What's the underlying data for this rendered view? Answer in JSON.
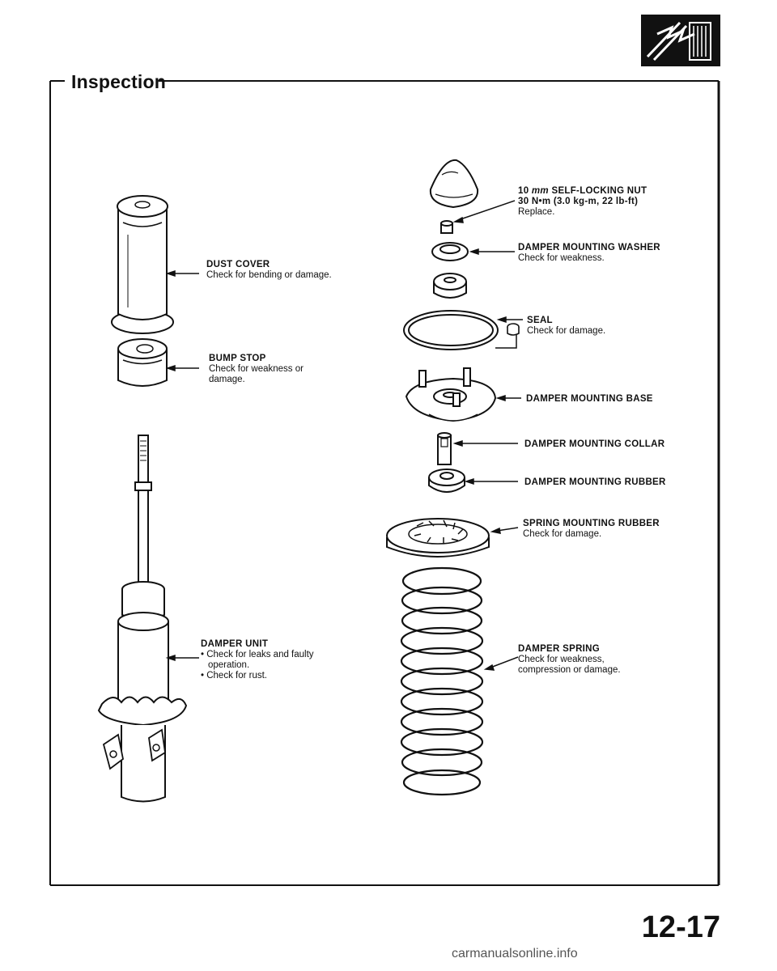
{
  "section": {
    "title": "Inspection",
    "page_number": "12-17"
  },
  "parts": {
    "dust_cover": {
      "name": "DUST COVER",
      "lines": [
        "Check for bending or damage."
      ]
    },
    "bump_stop": {
      "name": "BUMP STOP",
      "lines": [
        "Check for weakness or",
        "damage."
      ]
    },
    "damper_unit": {
      "name": "DAMPER UNIT",
      "lines": [
        "• Check for leaks and faulty",
        "operation.",
        "• Check for rust."
      ]
    },
    "self_locking_nut": {
      "name_prefix": "10",
      "name_unit": "mm",
      "name_rest": "SELF-LOCKING NUT",
      "torque": "30 N•m (3.0 kg-m, 22 lb-ft)",
      "lines": [
        "Replace."
      ]
    },
    "mounting_washer": {
      "name": "DAMPER MOUNTING WASHER",
      "lines": [
        "Check for weakness."
      ]
    },
    "seal": {
      "name": "SEAL",
      "lines": [
        "Check for damage."
      ]
    },
    "mounting_base": {
      "name": "DAMPER MOUNTING BASE"
    },
    "mounting_collar": {
      "name": "DAMPER MOUNTING COLLAR"
    },
    "mounting_rubber": {
      "name": "DAMPER MOUNTING RUBBER"
    },
    "spring_mounting_rubber": {
      "name": "SPRING MOUNTING RUBBER",
      "lines": [
        "Check for damage."
      ]
    },
    "damper_spring": {
      "name": "DAMPER SPRING",
      "lines": [
        "Check for weakness,",
        "compression or damage."
      ]
    }
  },
  "watermark": "carmanualsonline.info",
  "icons": {
    "section_icon": "shock-absorber-icon"
  }
}
